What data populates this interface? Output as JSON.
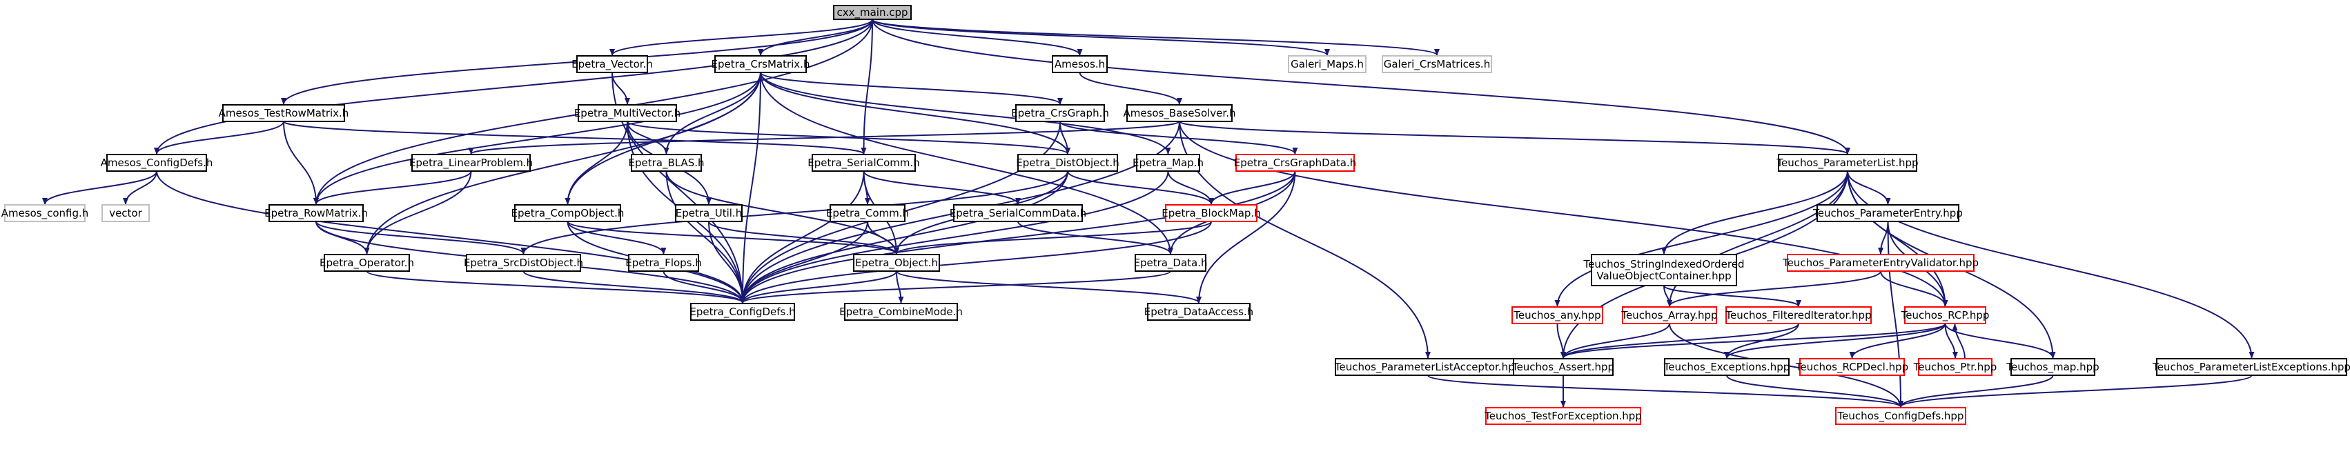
{
  "colors": {
    "edge": "#191970",
    "border_normal": "#000000",
    "border_truncated": "#ff0000",
    "border_external": "#bfbfbf",
    "root_fill": "#bfbfbf",
    "background": "#ffffff"
  },
  "nodes": [
    {
      "id": "cxx_main",
      "label": "cxx_main.cpp",
      "kind": "root"
    },
    {
      "id": "Epetra_Vector",
      "label": "Epetra_Vector.h",
      "kind": "normal"
    },
    {
      "id": "Epetra_CrsMatrix",
      "label": "Epetra_CrsMatrix.h",
      "kind": "normal"
    },
    {
      "id": "Amesos_h",
      "label": "Amesos.h",
      "kind": "normal"
    },
    {
      "id": "Galeri_Maps",
      "label": "Galeri_Maps.h",
      "kind": "external"
    },
    {
      "id": "Galeri_CrsMatrices",
      "label": "Galeri_CrsMatrices.h",
      "kind": "external"
    },
    {
      "id": "Amesos_TestRowMatrix",
      "label": "Amesos_TestRowMatrix.h",
      "kind": "normal"
    },
    {
      "id": "Epetra_MultiVector",
      "label": "Epetra_MultiVector.h",
      "kind": "normal"
    },
    {
      "id": "Epetra_CrsGraph",
      "label": "Epetra_CrsGraph.h",
      "kind": "normal"
    },
    {
      "id": "Amesos_BaseSolver",
      "label": "Amesos_BaseSolver.h",
      "kind": "normal"
    },
    {
      "id": "Amesos_ConfigDefs",
      "label": "Amesos_ConfigDefs.h",
      "kind": "normal"
    },
    {
      "id": "Epetra_LinearProblem",
      "label": "Epetra_LinearProblem.h",
      "kind": "normal"
    },
    {
      "id": "Epetra_BLAS",
      "label": "Epetra_BLAS.h",
      "kind": "normal"
    },
    {
      "id": "Epetra_SerialComm",
      "label": "Epetra_SerialComm.h",
      "kind": "normal"
    },
    {
      "id": "Epetra_DistObject",
      "label": "Epetra_DistObject.h",
      "kind": "normal"
    },
    {
      "id": "Epetra_Map",
      "label": "Epetra_Map.h",
      "kind": "normal"
    },
    {
      "id": "Epetra_CrsGraphData",
      "label": "Epetra_CrsGraphData.h",
      "kind": "truncated"
    },
    {
      "id": "Teuchos_ParameterList",
      "label": "Teuchos_ParameterList.hpp",
      "kind": "normal"
    },
    {
      "id": "Amesos_config",
      "label": "Amesos_config.h",
      "kind": "external"
    },
    {
      "id": "vector",
      "label": "vector",
      "kind": "external"
    },
    {
      "id": "Epetra_RowMatrix",
      "label": "Epetra_RowMatrix.h",
      "kind": "normal"
    },
    {
      "id": "Epetra_CompObject",
      "label": "Epetra_CompObject.h",
      "kind": "normal"
    },
    {
      "id": "Epetra_Util",
      "label": "Epetra_Util.h",
      "kind": "normal"
    },
    {
      "id": "Epetra_Comm",
      "label": "Epetra_Comm.h",
      "kind": "normal"
    },
    {
      "id": "Epetra_SerialCommData",
      "label": "Epetra_SerialCommData.h",
      "kind": "normal"
    },
    {
      "id": "Epetra_BlockMap",
      "label": "Epetra_BlockMap.h",
      "kind": "truncated"
    },
    {
      "id": "Teuchos_ParameterEntry",
      "label": "Teuchos_ParameterEntry.hpp",
      "kind": "normal"
    },
    {
      "id": "Epetra_Operator",
      "label": "Epetra_Operator.h",
      "kind": "normal"
    },
    {
      "id": "Epetra_SrcDistObject",
      "label": "Epetra_SrcDistObject.h",
      "kind": "normal"
    },
    {
      "id": "Epetra_Flops",
      "label": "Epetra_Flops.h",
      "kind": "normal"
    },
    {
      "id": "Epetra_Object",
      "label": "Epetra_Object.h",
      "kind": "normal"
    },
    {
      "id": "Epetra_Data",
      "label": "Epetra_Data.h",
      "kind": "normal"
    },
    {
      "id": "Teuchos_StringIndexed",
      "label": "Teuchos_StringIndexedOrdered\nValueObjectContainer.hpp",
      "kind": "normal"
    },
    {
      "id": "Teuchos_ParameterEntryValidator",
      "label": "Teuchos_ParameterEntryValidator.hpp",
      "kind": "truncated"
    },
    {
      "id": "Epetra_ConfigDefs",
      "label": "Epetra_ConfigDefs.h",
      "kind": "normal"
    },
    {
      "id": "Epetra_CombineMode",
      "label": "Epetra_CombineMode.h",
      "kind": "normal"
    },
    {
      "id": "Epetra_DataAccess",
      "label": "Epetra_DataAccess.h",
      "kind": "normal"
    },
    {
      "id": "Teuchos_any",
      "label": "Teuchos_any.hpp",
      "kind": "truncated"
    },
    {
      "id": "Teuchos_Array",
      "label": "Teuchos_Array.hpp",
      "kind": "truncated"
    },
    {
      "id": "Teuchos_FilteredIterator",
      "label": "Teuchos_FilteredIterator.hpp",
      "kind": "truncated"
    },
    {
      "id": "Teuchos_RCP",
      "label": "Teuchos_RCP.hpp",
      "kind": "truncated"
    },
    {
      "id": "Teuchos_ParameterListAcceptor",
      "label": "Teuchos_ParameterListAcceptor.hpp",
      "kind": "normal"
    },
    {
      "id": "Teuchos_Assert",
      "label": "Teuchos_Assert.hpp",
      "kind": "normal"
    },
    {
      "id": "Teuchos_Exceptions",
      "label": "Teuchos_Exceptions.hpp",
      "kind": "normal"
    },
    {
      "id": "Teuchos_RCPDecl",
      "label": "Teuchos_RCPDecl.hpp",
      "kind": "truncated"
    },
    {
      "id": "Teuchos_Ptr",
      "label": "Teuchos_Ptr.hpp",
      "kind": "truncated"
    },
    {
      "id": "Teuchos_map",
      "label": "Teuchos_map.hpp",
      "kind": "normal"
    },
    {
      "id": "Teuchos_ParameterListExceptions",
      "label": "Teuchos_ParameterListExceptions.hpp",
      "kind": "normal"
    },
    {
      "id": "Teuchos_TestForException",
      "label": "Teuchos_TestForException.hpp",
      "kind": "truncated"
    },
    {
      "id": "Teuchos_ConfigDefs",
      "label": "Teuchos_ConfigDefs.hpp",
      "kind": "truncated"
    }
  ],
  "edges": [
    [
      "cxx_main",
      "Epetra_Vector"
    ],
    [
      "cxx_main",
      "Epetra_CrsMatrix"
    ],
    [
      "cxx_main",
      "Amesos_h"
    ],
    [
      "cxx_main",
      "Galeri_Maps"
    ],
    [
      "cxx_main",
      "Galeri_CrsMatrices"
    ],
    [
      "cxx_main",
      "Amesos_TestRowMatrix"
    ],
    [
      "cxx_main",
      "Amesos_ConfigDefs"
    ],
    [
      "cxx_main",
      "Epetra_SerialComm"
    ],
    [
      "cxx_main",
      "Teuchos_ParameterList"
    ],
    [
      "cxx_main",
      "Epetra_RowMatrix"
    ],
    [
      "Epetra_Vector",
      "Epetra_MultiVector"
    ],
    [
      "Epetra_Vector",
      "Epetra_ConfigDefs"
    ],
    [
      "Epetra_CrsMatrix",
      "Epetra_CrsGraph"
    ],
    [
      "Epetra_CrsMatrix",
      "Epetra_Map"
    ],
    [
      "Epetra_CrsMatrix",
      "Epetra_BLAS"
    ],
    [
      "Epetra_CrsMatrix",
      "Epetra_DistObject"
    ],
    [
      "Epetra_CrsMatrix",
      "Epetra_CompObject"
    ],
    [
      "Epetra_CrsMatrix",
      "Epetra_RowMatrix"
    ],
    [
      "Epetra_CrsMatrix",
      "Epetra_Operator"
    ],
    [
      "Epetra_CrsMatrix",
      "Epetra_ConfigDefs"
    ],
    [
      "Epetra_CrsMatrix",
      "Epetra_Data"
    ],
    [
      "Amesos_h",
      "Amesos_BaseSolver"
    ],
    [
      "Amesos_TestRowMatrix",
      "Amesos_ConfigDefs"
    ],
    [
      "Amesos_TestRowMatrix",
      "Epetra_RowMatrix"
    ],
    [
      "Amesos_TestRowMatrix",
      "Epetra_SerialComm"
    ],
    [
      "Epetra_MultiVector",
      "Epetra_DistObject"
    ],
    [
      "Epetra_MultiVector",
      "Epetra_CompObject"
    ],
    [
      "Epetra_MultiVector",
      "Epetra_BLAS"
    ],
    [
      "Epetra_MultiVector",
      "Epetra_Util"
    ],
    [
      "Epetra_MultiVector",
      "Epetra_ConfigDefs"
    ],
    [
      "Epetra_CrsGraph",
      "Epetra_DistObject"
    ],
    [
      "Epetra_CrsGraph",
      "Epetra_CrsGraphData"
    ],
    [
      "Epetra_CrsGraph",
      "Epetra_ConfigDefs"
    ],
    [
      "Amesos_BaseSolver",
      "Epetra_LinearProblem"
    ],
    [
      "Amesos_BaseSolver",
      "Teuchos_ParameterList"
    ],
    [
      "Amesos_BaseSolver",
      "Teuchos_RCP"
    ],
    [
      "Amesos_BaseSolver",
      "Teuchos_ParameterListAcceptor"
    ],
    [
      "Amesos_BaseSolver",
      "Epetra_ConfigDefs"
    ],
    [
      "Amesos_ConfigDefs",
      "Amesos_config"
    ],
    [
      "Amesos_ConfigDefs",
      "vector"
    ],
    [
      "Amesos_ConfigDefs",
      "Epetra_ConfigDefs"
    ],
    [
      "Epetra_LinearProblem",
      "Epetra_RowMatrix"
    ],
    [
      "Epetra_LinearProblem",
      "Epetra_Operator"
    ],
    [
      "Epetra_BLAS",
      "Epetra_Object"
    ],
    [
      "Epetra_BLAS",
      "Epetra_ConfigDefs"
    ],
    [
      "Epetra_SerialComm",
      "Epetra_Comm"
    ],
    [
      "Epetra_SerialComm",
      "Epetra_SerialCommData"
    ],
    [
      "Epetra_SerialComm",
      "Epetra_Object"
    ],
    [
      "Epetra_SerialComm",
      "Epetra_ConfigDefs"
    ],
    [
      "Epetra_DistObject",
      "Epetra_BlockMap"
    ],
    [
      "Epetra_DistObject",
      "Epetra_Object"
    ],
    [
      "Epetra_DistObject",
      "Epetra_SrcDistObject"
    ],
    [
      "Epetra_DistObject",
      "Epetra_ConfigDefs"
    ],
    [
      "Epetra_Map",
      "Epetra_BlockMap"
    ],
    [
      "Epetra_Map",
      "Epetra_ConfigDefs"
    ],
    [
      "Epetra_CrsGraphData",
      "Epetra_BlockMap"
    ],
    [
      "Epetra_CrsGraphData",
      "Epetra_Data"
    ],
    [
      "Epetra_CrsGraphData",
      "Epetra_DataAccess"
    ],
    [
      "Epetra_CrsGraphData",
      "Epetra_ConfigDefs"
    ],
    [
      "Teuchos_ParameterList",
      "Teuchos_ParameterEntry"
    ],
    [
      "Teuchos_ParameterList",
      "Teuchos_StringIndexed"
    ],
    [
      "Teuchos_ParameterList",
      "Teuchos_Array"
    ],
    [
      "Teuchos_ParameterList",
      "Teuchos_RCP"
    ],
    [
      "Teuchos_ParameterList",
      "Teuchos_map"
    ],
    [
      "Teuchos_ParameterList",
      "Teuchos_ParameterListExceptions"
    ],
    [
      "Teuchos_ParameterList",
      "Teuchos_any"
    ],
    [
      "Teuchos_ParameterList",
      "Teuchos_Assert"
    ],
    [
      "Epetra_RowMatrix",
      "Epetra_Operator"
    ],
    [
      "Epetra_RowMatrix",
      "Epetra_SrcDistObject"
    ],
    [
      "Epetra_RowMatrix",
      "Epetra_ConfigDefs"
    ],
    [
      "Epetra_CompObject",
      "Epetra_Flops"
    ],
    [
      "Epetra_CompObject",
      "Epetra_Object"
    ],
    [
      "Epetra_CompObject",
      "Epetra_ConfigDefs"
    ],
    [
      "Epetra_Util",
      "Epetra_Object"
    ],
    [
      "Epetra_Util",
      "Epetra_ConfigDefs"
    ],
    [
      "Epetra_Comm",
      "Epetra_Object"
    ],
    [
      "Epetra_Comm",
      "Epetra_ConfigDefs"
    ],
    [
      "Epetra_SerialCommData",
      "Epetra_Data"
    ],
    [
      "Epetra_BlockMap",
      "Epetra_Object"
    ],
    [
      "Epetra_BlockMap",
      "Epetra_ConfigDefs"
    ],
    [
      "Teuchos_ParameterEntry",
      "Teuchos_ParameterEntryValidator"
    ],
    [
      "Teuchos_ParameterEntry",
      "Teuchos_RCP"
    ],
    [
      "Teuchos_ParameterEntry",
      "Teuchos_ConfigDefs"
    ],
    [
      "Epetra_Operator",
      "Epetra_ConfigDefs"
    ],
    [
      "Epetra_SrcDistObject",
      "Epetra_ConfigDefs"
    ],
    [
      "Epetra_Flops",
      "Epetra_ConfigDefs"
    ],
    [
      "Epetra_Object",
      "Epetra_CombineMode"
    ],
    [
      "Epetra_Object",
      "Epetra_DataAccess"
    ],
    [
      "Epetra_Object",
      "Epetra_ConfigDefs"
    ],
    [
      "Epetra_Data",
      "Epetra_ConfigDefs"
    ],
    [
      "Teuchos_StringIndexed",
      "Teuchos_Array"
    ],
    [
      "Teuchos_StringIndexed",
      "Teuchos_FilteredIterator"
    ],
    [
      "Teuchos_ParameterEntryValidator",
      "Teuchos_RCP"
    ],
    [
      "Teuchos_ParameterEntryValidator",
      "Teuchos_Array"
    ],
    [
      "Teuchos_any",
      "Teuchos_Assert"
    ],
    [
      "Teuchos_Array",
      "Teuchos_Assert"
    ],
    [
      "Teuchos_Array",
      "Teuchos_ConfigDefs"
    ],
    [
      "Teuchos_FilteredIterator",
      "Teuchos_Assert"
    ],
    [
      "Teuchos_FilteredIterator",
      "Teuchos_Exceptions"
    ],
    [
      "Teuchos_RCP",
      "Teuchos_Assert"
    ],
    [
      "Teuchos_RCP",
      "Teuchos_Exceptions"
    ],
    [
      "Teuchos_RCP",
      "Teuchos_RCPDecl"
    ],
    [
      "Teuchos_RCP",
      "Teuchos_Ptr"
    ],
    [
      "Teuchos_RCP",
      "Teuchos_map"
    ],
    [
      "Teuchos_Ptr",
      "Teuchos_RCP"
    ],
    [
      "Teuchos_ParameterListAcceptor",
      "Teuchos_ConfigDefs"
    ],
    [
      "Teuchos_Assert",
      "Teuchos_TestForException"
    ],
    [
      "Teuchos_Exceptions",
      "Teuchos_ConfigDefs"
    ],
    [
      "Teuchos_map",
      "Teuchos_ConfigDefs"
    ],
    [
      "Teuchos_ParameterListExceptions",
      "Teuchos_ConfigDefs"
    ]
  ]
}
